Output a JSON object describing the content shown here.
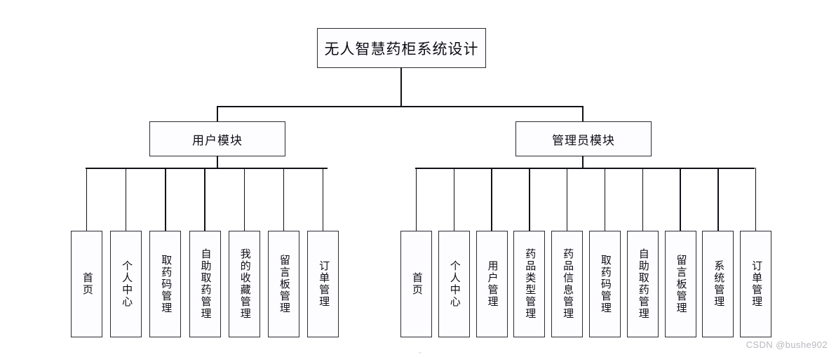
{
  "diagram": {
    "type": "tree",
    "title": "无人智慧药柜系统设计",
    "root": {
      "label": "无人智慧药柜系统设计"
    },
    "modules": [
      {
        "label": "用户模块"
      },
      {
        "label": "管理员模块"
      }
    ],
    "user_module_leaves": [
      {
        "label": "首页"
      },
      {
        "label": "个人中心"
      },
      {
        "label": "取药码管理"
      },
      {
        "label": "自助取药管理"
      },
      {
        "label": "我的收藏管理"
      },
      {
        "label": "留言板管理"
      },
      {
        "label": "订单管理"
      }
    ],
    "admin_module_leaves": [
      {
        "label": "首页"
      },
      {
        "label": "个人中心"
      },
      {
        "label": "用户管理"
      },
      {
        "label": "药品类型管理"
      },
      {
        "label": "药品信息管理"
      },
      {
        "label": "取药码管理"
      },
      {
        "label": "自助取药管理"
      },
      {
        "label": "留言板管理"
      },
      {
        "label": "系统管理"
      },
      {
        "label": "订单管理"
      }
    ]
  },
  "watermark": {
    "text": "CSDN @bushe902"
  },
  "colors": {
    "line": "#111118",
    "box_border": "#2b2b33",
    "box_fill": "#fdfdff",
    "text": "#0d0d14",
    "watermark": "#b9b9bf"
  }
}
